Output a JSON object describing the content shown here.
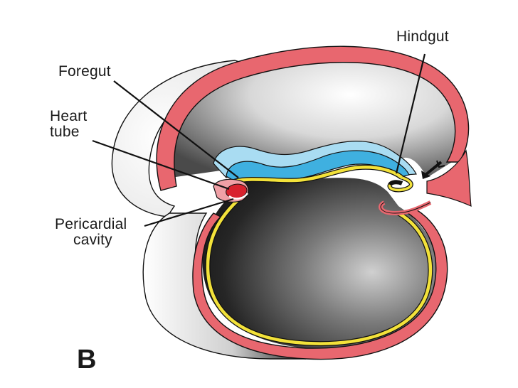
{
  "labels": {
    "hindgut": "Hindgut",
    "foregut": "Foregut",
    "heart_tube": [
      "Heart",
      "tube"
    ],
    "pericardial_cavity": [
      "Pericardial",
      "cavity"
    ],
    "panel": "B"
  },
  "colors": {
    "ectoderm": "#e8676f",
    "endoderm_yellow": "#f3e23a",
    "gut_blue": "#3fb0e0",
    "gut_light_blue": "#a9dcf2",
    "heart_red": "#d8222e",
    "cavity_dark": "#1e1e1e",
    "amnion_gray": "#5f5f5f",
    "line": "#111111"
  }
}
